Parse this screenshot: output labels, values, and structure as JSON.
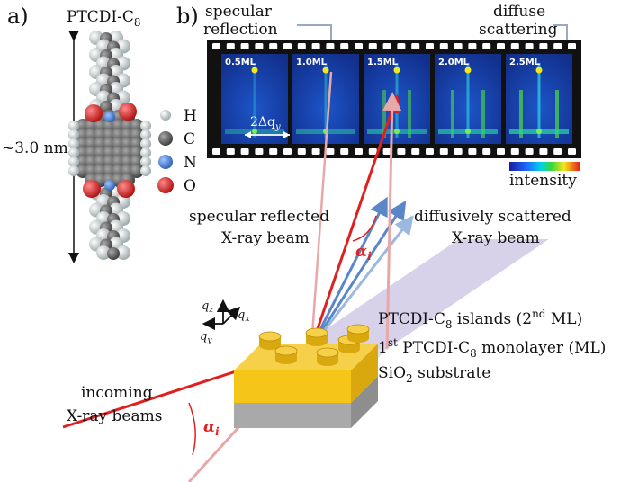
{
  "panel_a": {
    "label": "a)",
    "molecule_name": "PTCDI-C",
    "molecule_sub": "8",
    "length_label": "~3.0 nm",
    "legend": [
      {
        "symbol": "H",
        "color": "#dcdcdc"
      },
      {
        "symbol": "C",
        "color": "#707070"
      },
      {
        "symbol": "N",
        "color": "#4a86d6"
      },
      {
        "symbol": "O",
        "color": "#e02020"
      }
    ]
  },
  "panel_b": {
    "label": "b)",
    "specular_title": [
      "specular",
      "reflection"
    ],
    "diffuse_title": [
      "diffuse",
      "scattering"
    ],
    "frames": [
      "0.5ML",
      "1.0ML",
      "1.5ML",
      "2.0ML",
      "2.5ML"
    ],
    "frames_data": [
      0.5,
      1.0,
      1.5,
      2.0,
      2.5
    ],
    "delta_q": "2Δq",
    "delta_q_sub": "y",
    "intensity_label": "intensity",
    "specular_beam_label": [
      "specular reflected",
      "X-ray beam"
    ],
    "diffuse_beam_label": [
      "diffusively scattered",
      "X-ray beam"
    ],
    "alpha": "α",
    "alpha_sub": "i",
    "axes": {
      "qz": "q",
      "qz_sub": "z",
      "qx": "q",
      "qx_sub": "x",
      "qy": "q",
      "qy_sub": "y"
    },
    "layer_labels": {
      "islands": {
        "pre": "PTCDI-C",
        "sub": "8",
        "mid": " islands (2",
        "sup": "nd",
        "post": " ML)"
      },
      "monolayer": {
        "pre": "1",
        "sup": "st",
        "mid": " PTCDI-C",
        "sub": "8",
        "post": " monolayer (ML)"
      },
      "substrate": {
        "pre": "SiO",
        "sub": "2",
        "post": " substrate"
      }
    },
    "incoming_label": [
      "incoming",
      "X-ray beams"
    ],
    "colors": {
      "specular": "#e02020",
      "diffuse": "#5b87c9",
      "ptcdi": "#f5c518",
      "substrate": "#bdbdbd"
    }
  }
}
